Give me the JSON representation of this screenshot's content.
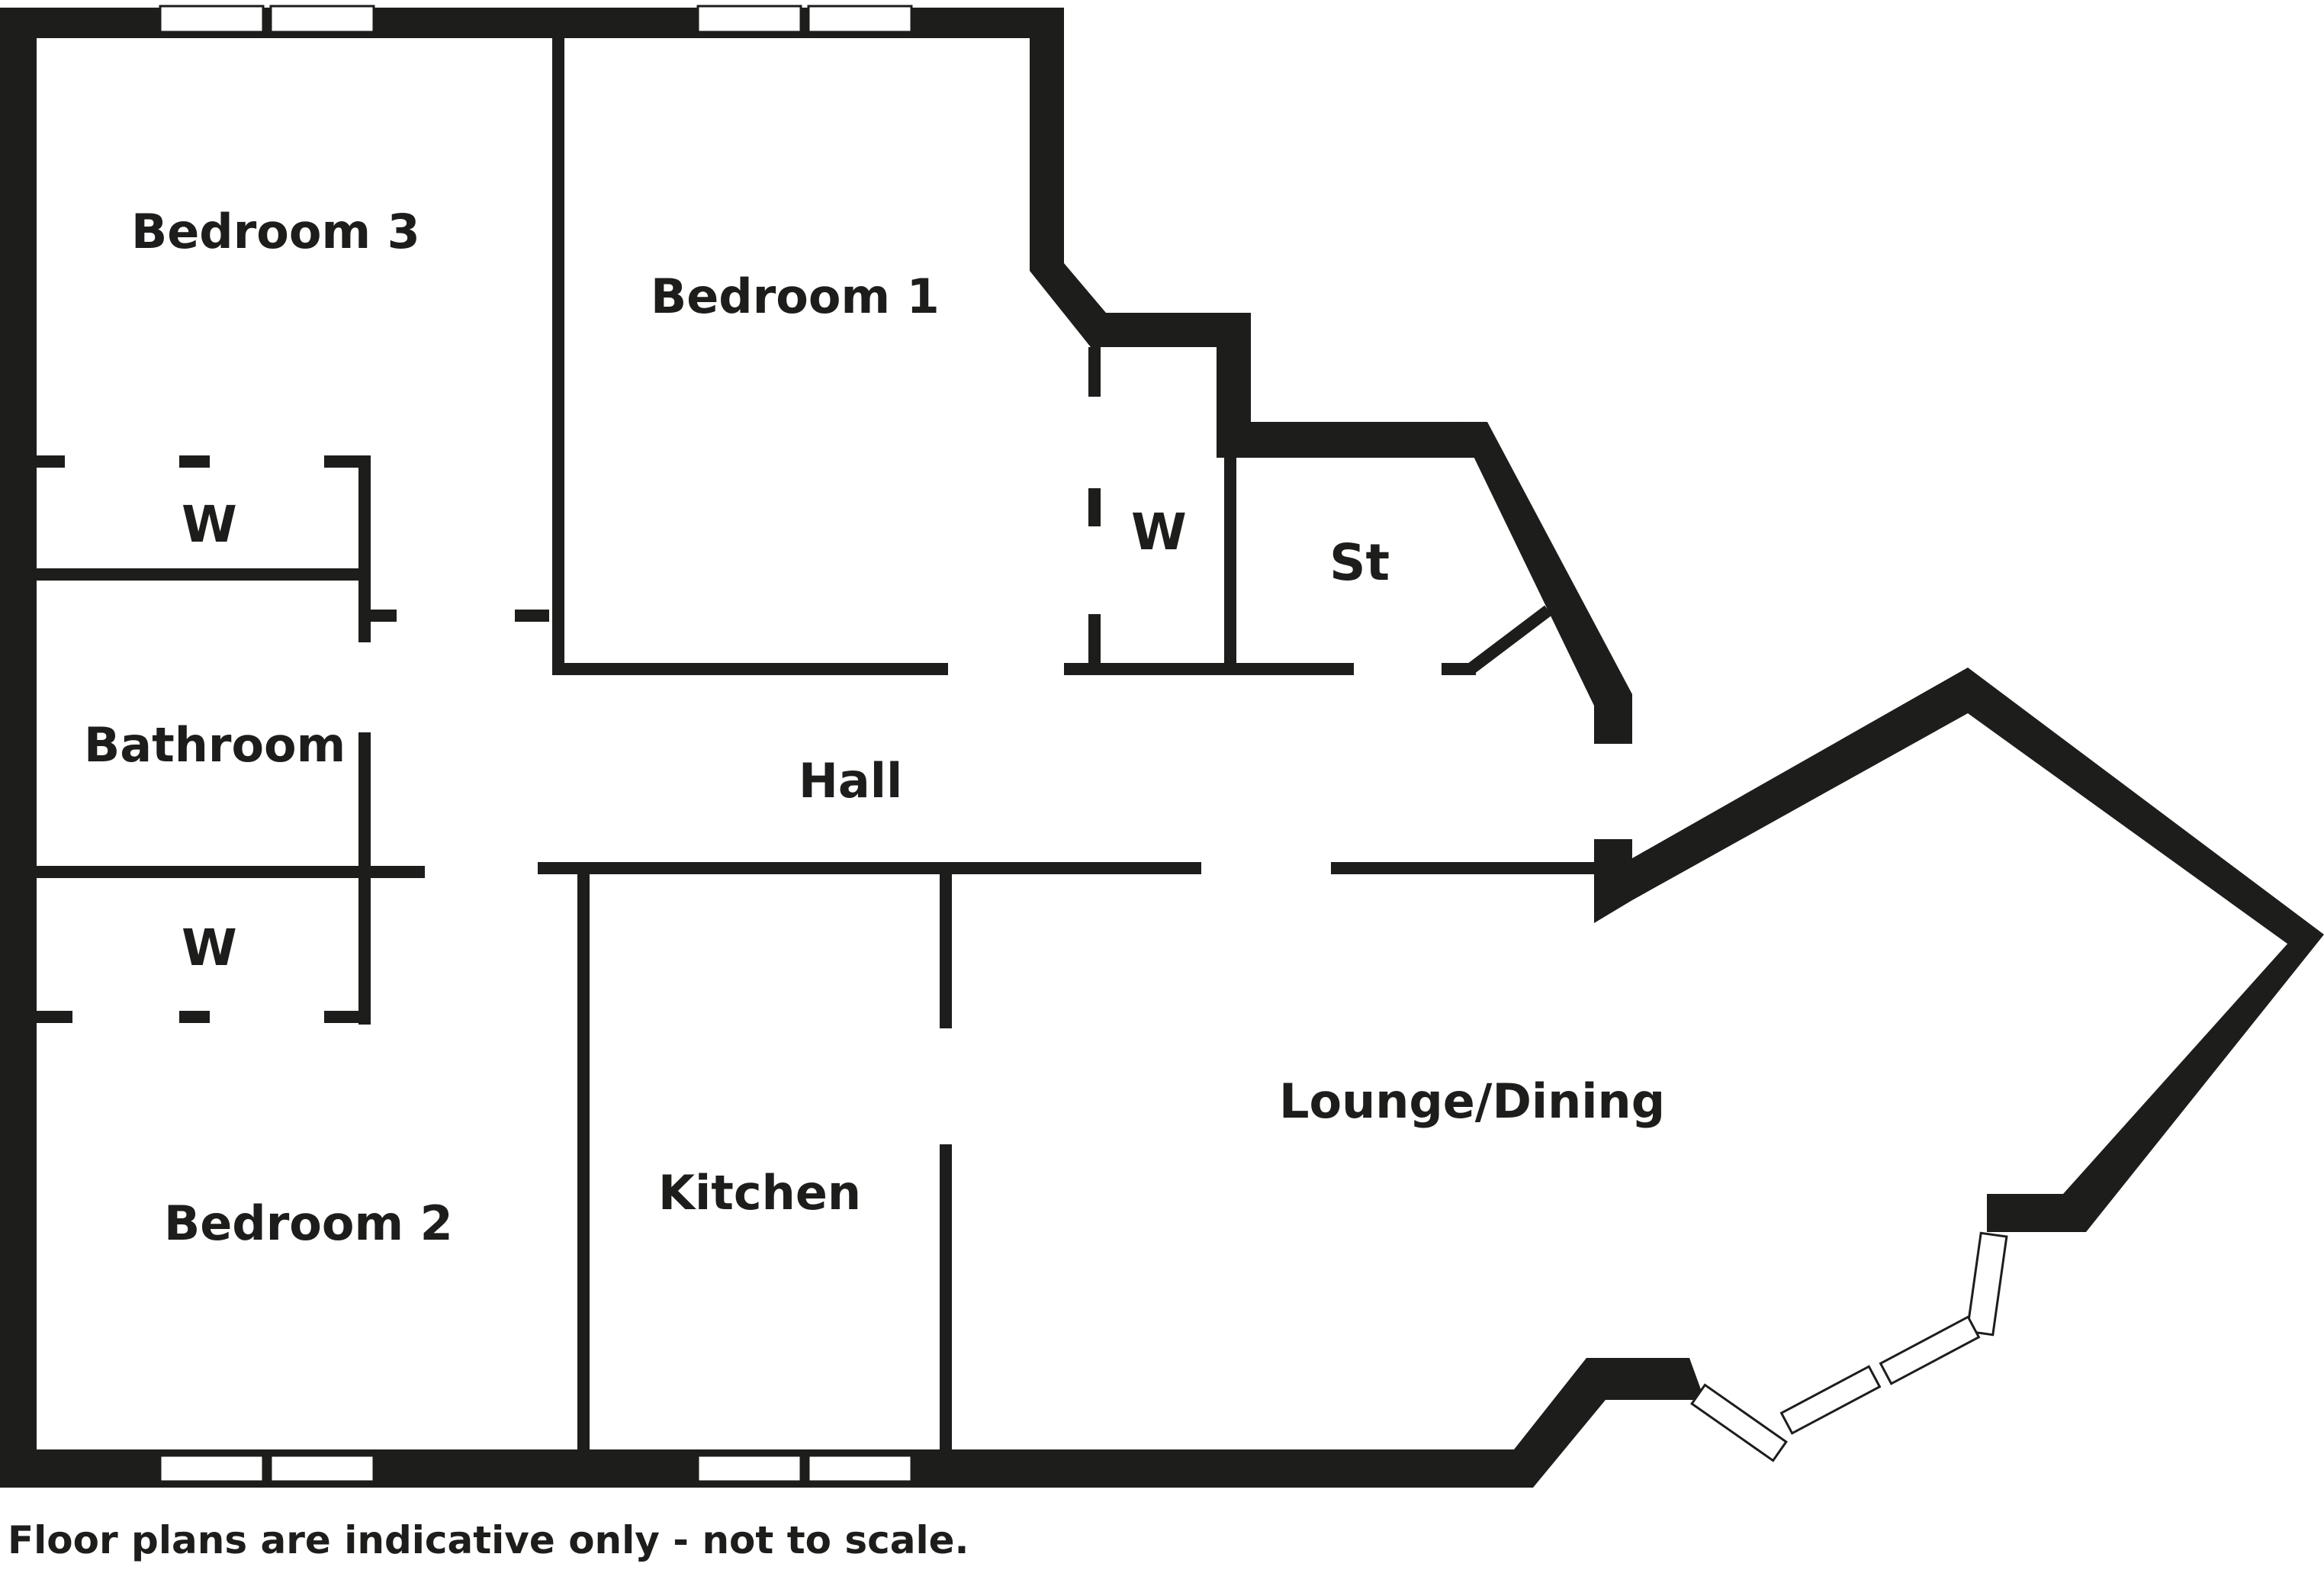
{
  "rooms": {
    "bedroom3": "Bedroom 3",
    "bedroom1": "Bedroom 1",
    "bedroom2": "Bedroom 2",
    "bathroom": "Bathroom",
    "hall": "Hall",
    "kitchen": "Kitchen",
    "lounge": "Lounge/Dining",
    "wardrobe_top": "W",
    "wardrobe_bottom": "W",
    "wardrobe_bed1": "W",
    "store": "St"
  },
  "footer": {
    "disclaimer": "Floor plans are indicative only - not to scale."
  },
  "colors": {
    "wall": "#1d1d1b",
    "background": "#ffffff"
  }
}
